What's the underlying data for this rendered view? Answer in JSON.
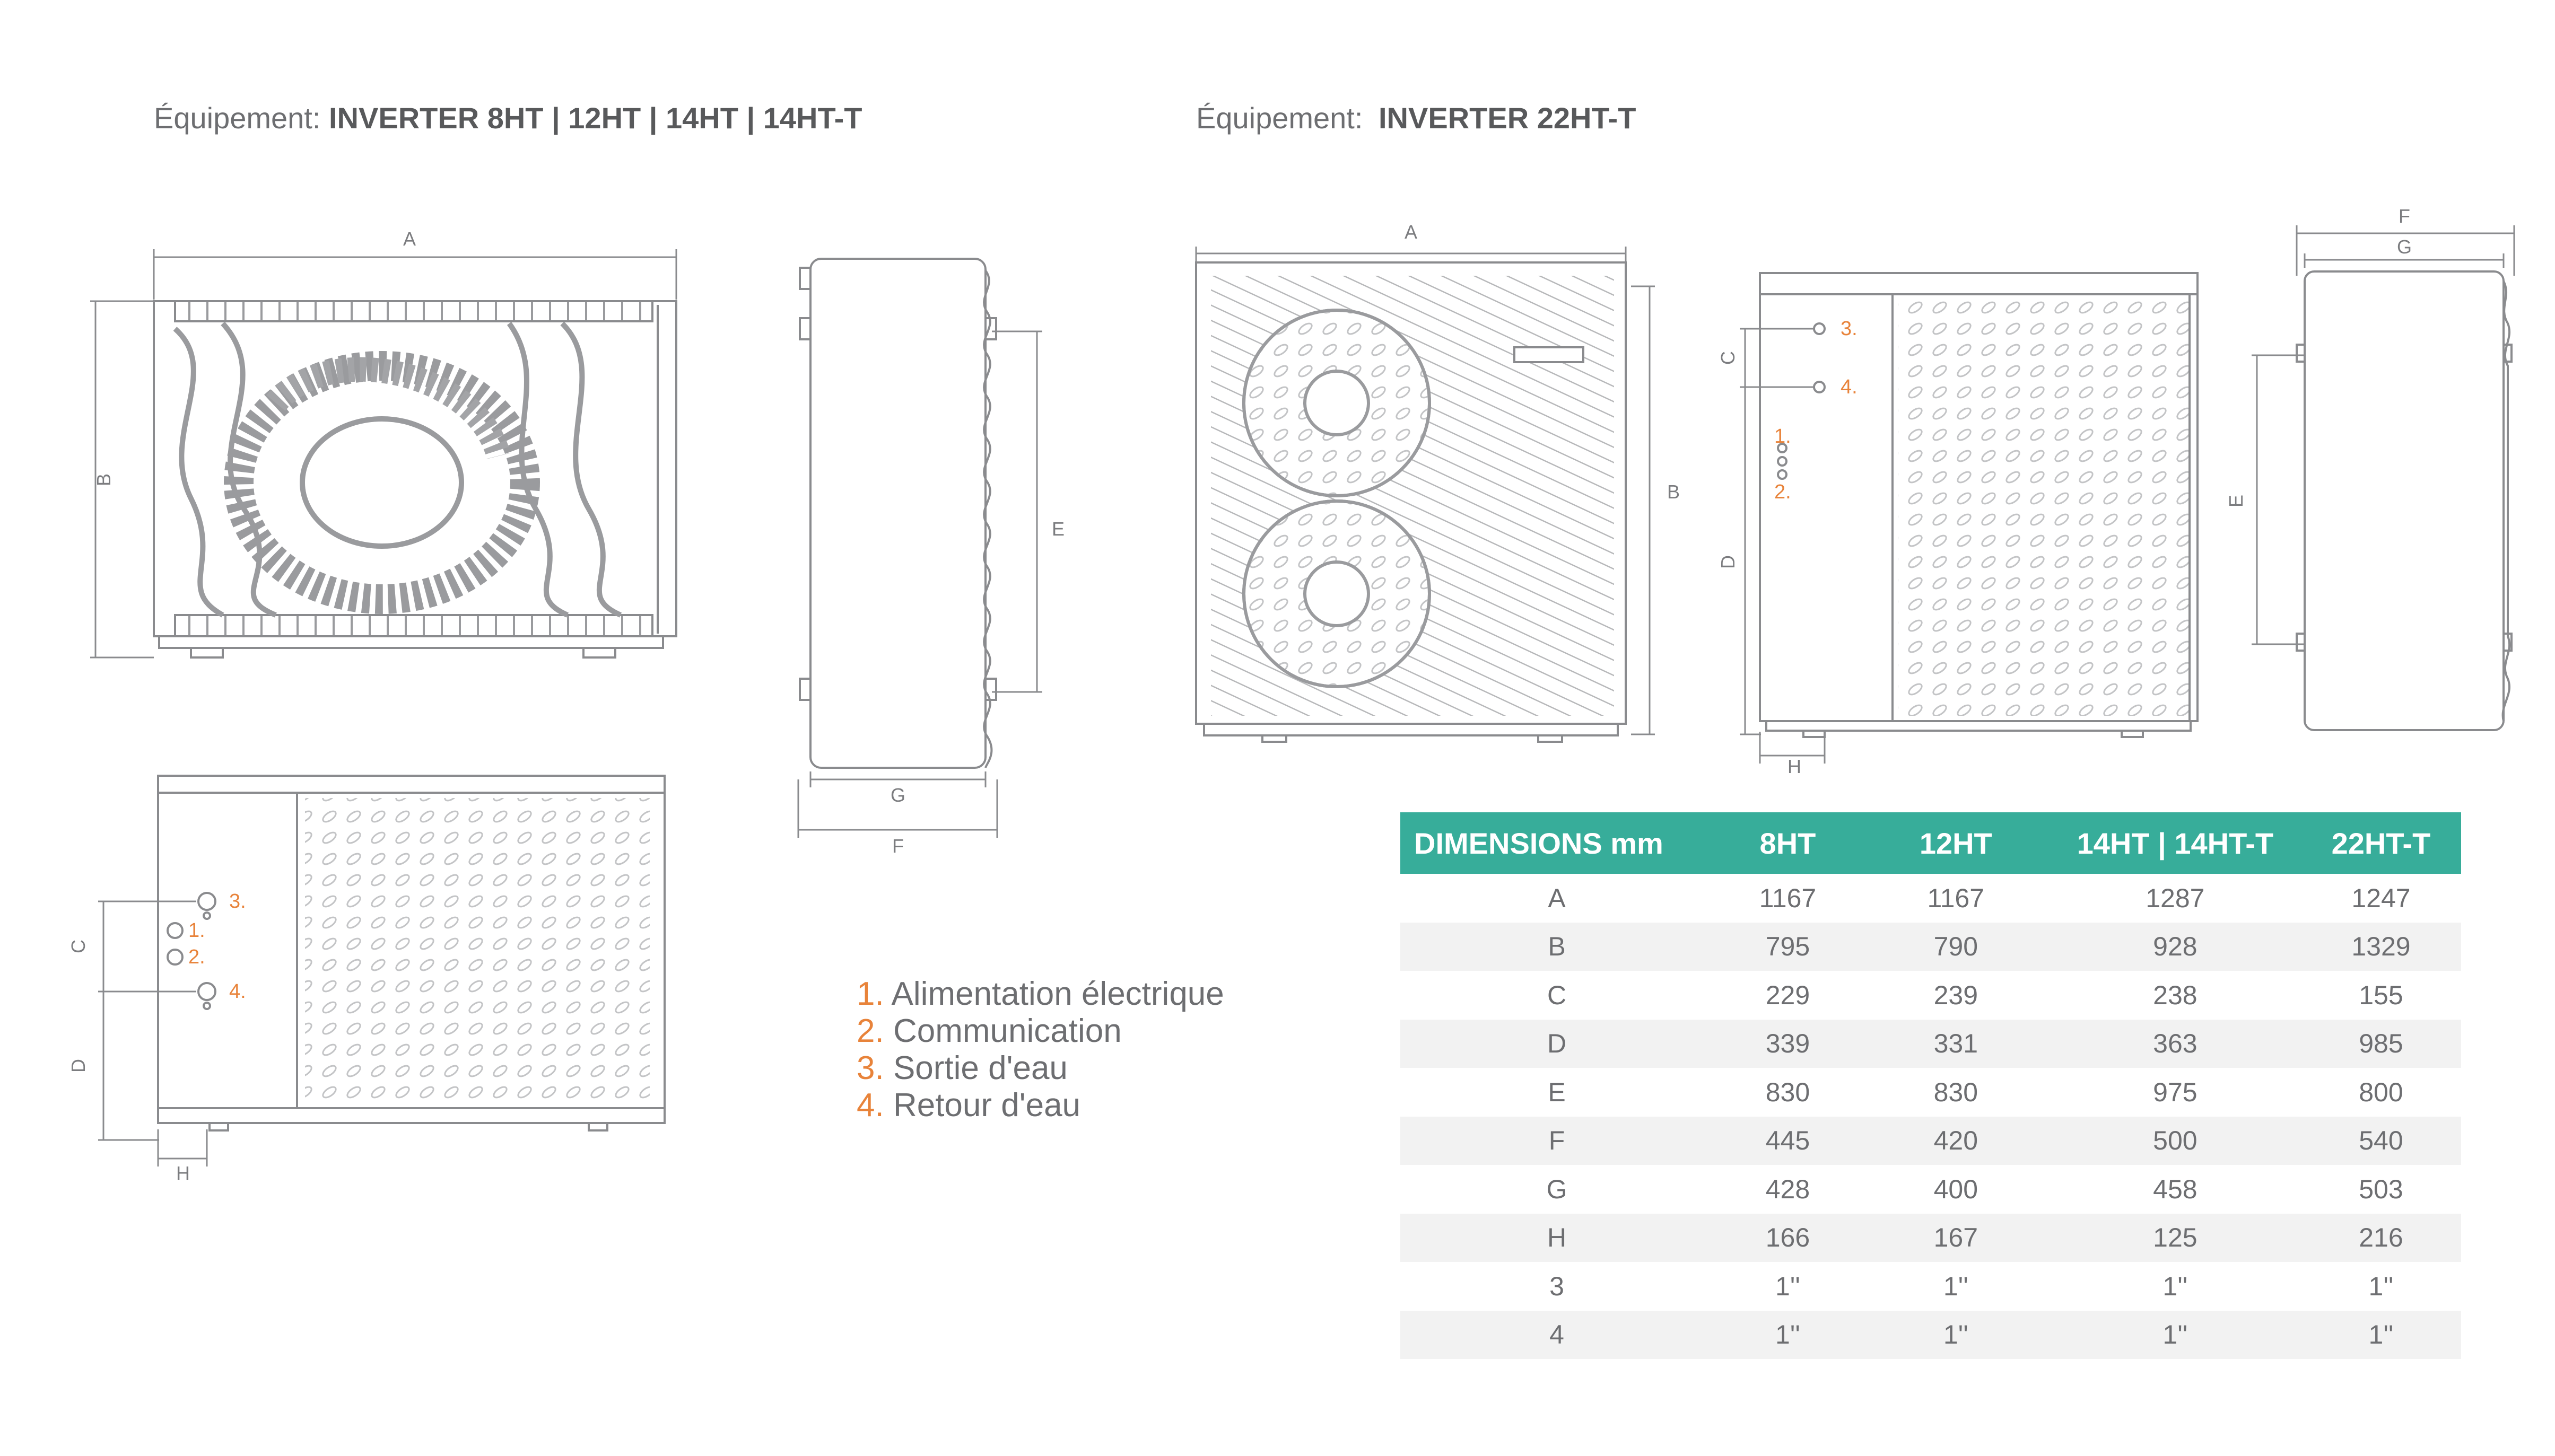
{
  "headings": [
    {
      "prefix": "Équipement:",
      "models": "INVERTER 8HT | 12HT | 14HT | 14HT-T"
    },
    {
      "prefix": "Équipement:",
      "models": "INVERTER 22HT-T"
    }
  ],
  "dimension_letters": {
    "a": "A",
    "b": "B",
    "c": "C",
    "d": "D",
    "e": "E",
    "f": "F",
    "g": "G",
    "h": "H"
  },
  "connection_labels": {
    "c1": "1.",
    "c2": "2.",
    "c3": "3.",
    "c4": "4."
  },
  "legend": [
    {
      "num": "1.",
      "text": "Alimentation électrique"
    },
    {
      "num": "2.",
      "text": "Communication"
    },
    {
      "num": "3.",
      "text": "Sortie d'eau"
    },
    {
      "num": "4.",
      "text": "Retour d'eau"
    }
  ],
  "table": {
    "headers": [
      "DIMENSIONS mm",
      "8HT",
      "12HT",
      "14HT | 14HT-T",
      "22HT-T"
    ],
    "rows": [
      [
        "A",
        "1167",
        "1167",
        "1287",
        "1247"
      ],
      [
        "B",
        "795",
        "790",
        "928",
        "1329"
      ],
      [
        "C",
        "229",
        "239",
        "238",
        "155"
      ],
      [
        "D",
        "339",
        "331",
        "363",
        "985"
      ],
      [
        "E",
        "830",
        "830",
        "975",
        "800"
      ],
      [
        "F",
        "445",
        "420",
        "500",
        "540"
      ],
      [
        "G",
        "428",
        "400",
        "458",
        "503"
      ],
      [
        "H",
        "166",
        "167",
        "125",
        "216"
      ],
      [
        "3",
        "1''",
        "1''",
        "1''",
        "1''"
      ],
      [
        "4",
        "1''",
        "1''",
        "1''",
        "1''"
      ]
    ]
  },
  "colors": {
    "accent_table": "#37ad9a",
    "accent_numbers": "#e8833a",
    "text": "#6d6e71",
    "line": "#8a8b8e"
  }
}
